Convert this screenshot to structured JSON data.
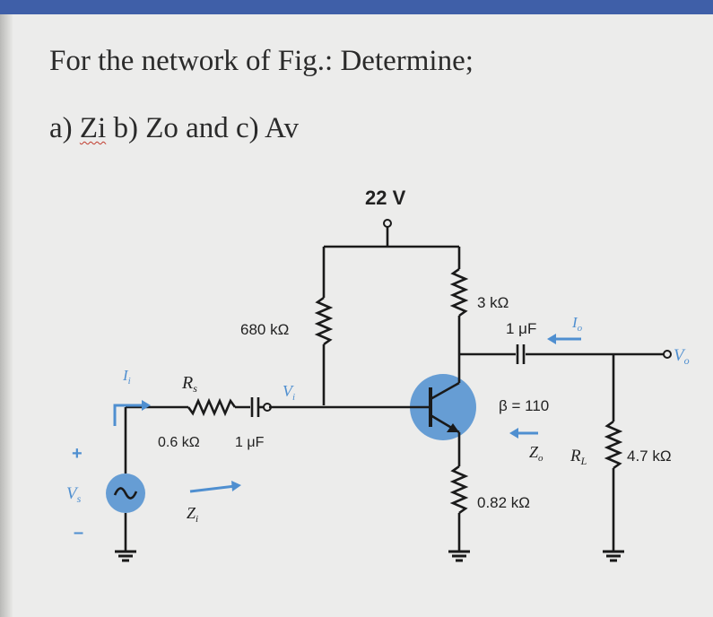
{
  "question": {
    "line1": "For the network of Fig.: Determine;",
    "line2_a": "a) ",
    "line2_zi": "Zi",
    "line2_rest": " b) Zo and c) Av"
  },
  "circuit": {
    "supply": "22 V",
    "rb": "680 kΩ",
    "rc": "3 kΩ",
    "re": "0.82 kΩ",
    "rs_name": "R",
    "rs_sub": "s",
    "rs_value": "0.6 kΩ",
    "cin": "1 μF",
    "cout": "1 μF",
    "beta": "β = 110",
    "rl_name": "R",
    "rl_sub": "L",
    "rl_value": "4.7 kΩ",
    "vi": "V",
    "vi_sub": "i",
    "vo": "V",
    "vo_sub": "o",
    "vs": "V",
    "vs_sub": "s",
    "ii": "I",
    "ii_sub": "i",
    "io": "I",
    "io_sub": "o",
    "zi": "Z",
    "zi_sub": "i",
    "zo": "Z",
    "zo_sub": "o",
    "plus": "+",
    "minus": "–"
  }
}
